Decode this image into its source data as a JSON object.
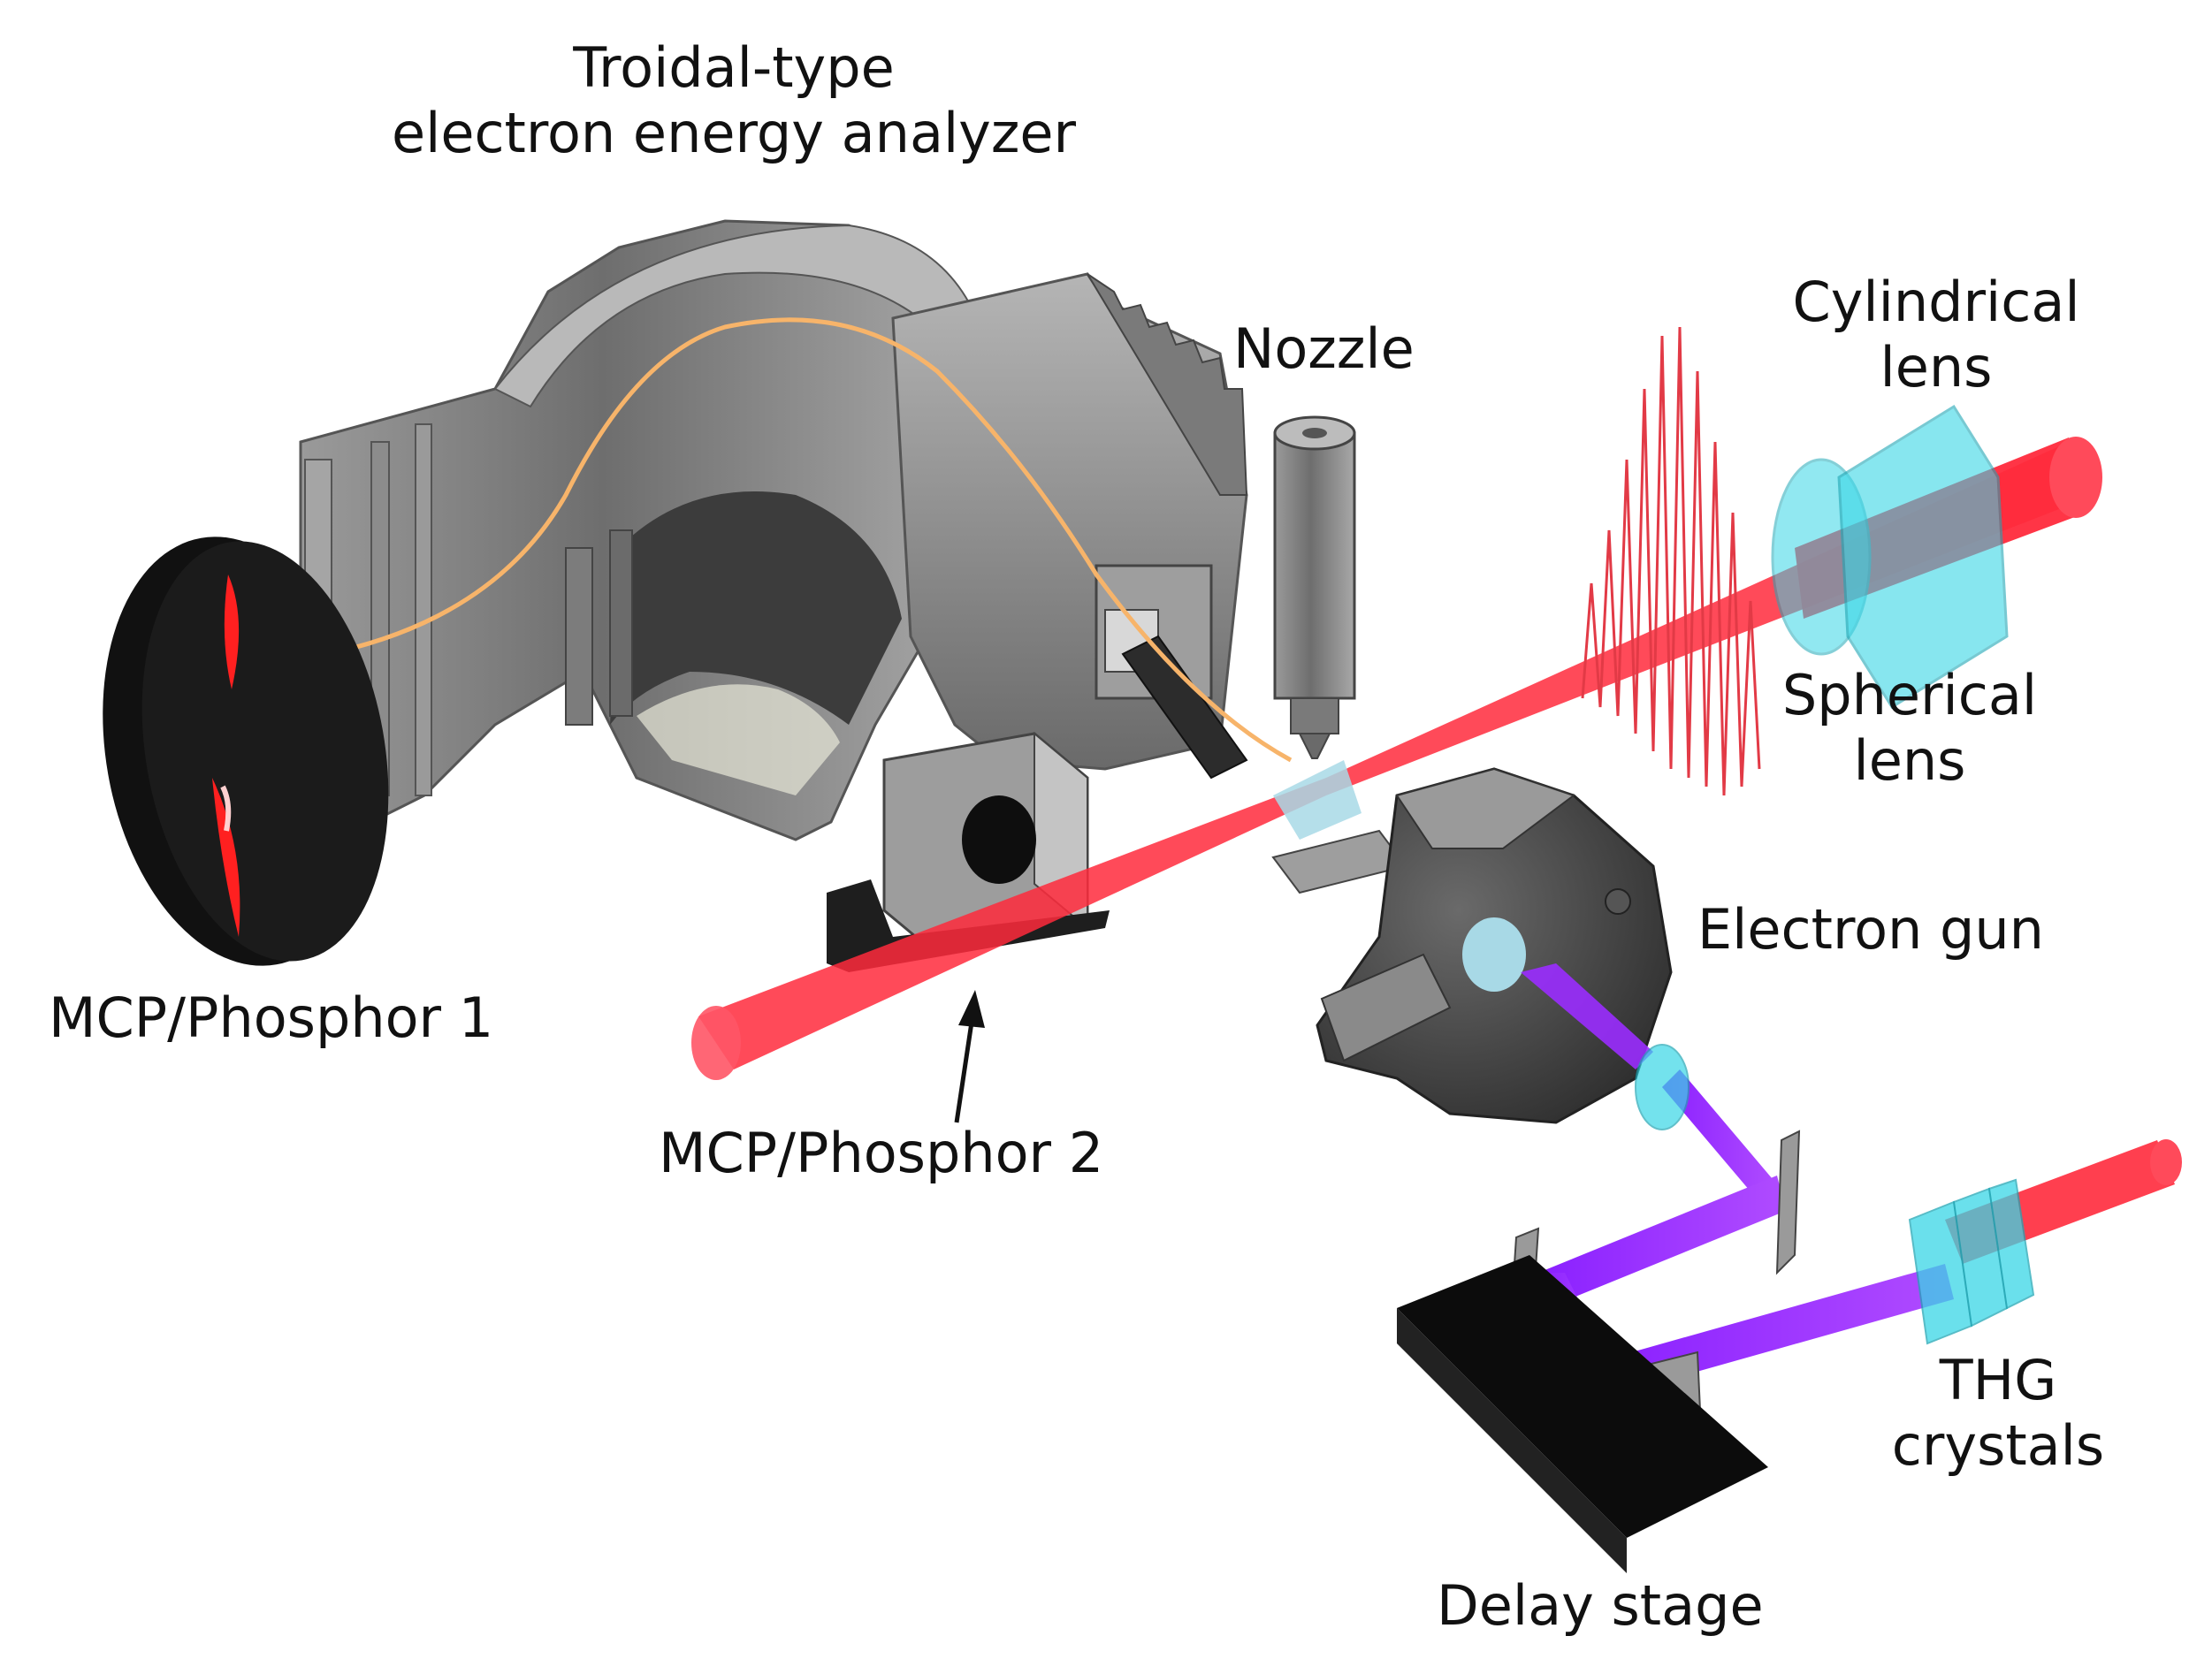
{
  "labels": {
    "analyzer": {
      "line1": "Troidal-type",
      "line2": "electron energy analyzer"
    },
    "nozzle": "Nozzle",
    "cylindrical_lens": {
      "line1": "Cylindrical",
      "line2": "lens"
    },
    "spherical_lens": {
      "line1": "Spherical",
      "line2": "lens"
    },
    "electron_gun": "Electron gun",
    "mcp1": "MCP/Phosphor 1",
    "mcp2": "MCP/Phosphor 2",
    "thg_crystals": {
      "line1": "THG",
      "line2": "crystals"
    },
    "delay_stage": "Delay stage"
  },
  "colors": {
    "laser_red": "#ff2a3c",
    "uv_violet": "#9a2cff",
    "lens_cyan": "#39d6e6",
    "metal_gray": "#8c8c8c",
    "metal_dark": "#4a4a4a",
    "trajectory": "#f7b46a"
  }
}
